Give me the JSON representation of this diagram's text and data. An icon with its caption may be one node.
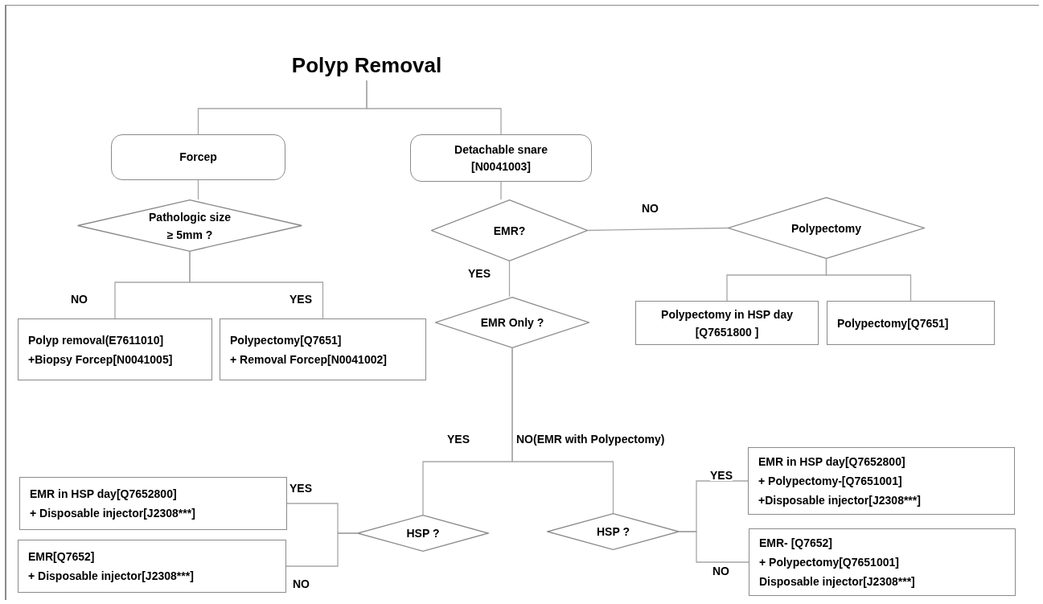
{
  "diagram": {
    "nodes": [
      {
        "text": [
          "Polyp Removal"
        ]
      },
      {
        "text": [
          "Forcep"
        ]
      },
      {
        "text": [
          "Detachable snare [N0041003]"
        ]
      },
      {
        "text": [
          "Pathologic size ≥ 5mm ?"
        ]
      },
      {
        "text": [
          "Polyp removal(E7611010]",
          "+Biopsy Forcep[N0041005]"
        ]
      },
      {
        "text": [
          "Polypectomy[Q7651]",
          "+ Removal Forcep[N0041002]"
        ]
      },
      {
        "text": [
          "EMR?"
        ]
      },
      {
        "text": [
          "Polypectomy"
        ]
      },
      {
        "text": [
          "EMR Only ?"
        ]
      },
      {
        "text": [
          "Polypectomy in HSP day [Q7651800 ]"
        ]
      },
      {
        "text": [
          "Polypectomy[Q7651]"
        ]
      },
      {
        "text": [
          "HSP ?"
        ]
      },
      {
        "text": [
          "HSP ?"
        ]
      },
      {
        "text": [
          "EMR in HSP day[Q7652800]",
          "+ Disposable injector[J2308***]"
        ]
      },
      {
        "text": [
          "EMR[Q7652]",
          "+ Disposable injector[J2308***]"
        ]
      },
      {
        "text": [
          "EMR in HSP day[Q7652800]",
          "+ Polypectomy-[Q7651001]",
          "+Disposable injector[J2308***]"
        ]
      },
      {
        "text": [
          "EMR- [Q7652]",
          "+ Polypectomy[Q7651001]",
          "Disposable injector[J2308***]"
        ]
      }
    ],
    "edges": [
      {
        "from": 0,
        "to": 1,
        "arrow": "none"
      },
      {
        "from": 0,
        "to": 2,
        "arrow": "none"
      },
      {
        "from": 1,
        "to": 3,
        "arrow": "none"
      },
      {
        "from": 3,
        "to": 4,
        "arrow": "none",
        "label": "NO"
      },
      {
        "from": 3,
        "to": 5,
        "arrow": "none",
        "label": "YES"
      },
      {
        "from": 2,
        "to": 6,
        "arrow": "none"
      },
      {
        "from": 6,
        "to": 7,
        "arrow": "none",
        "label": "NO"
      },
      {
        "from": 6,
        "to": 8,
        "arrow": "none",
        "label": "YES"
      },
      {
        "from": 7,
        "to": 9,
        "arrow": "none"
      },
      {
        "from": 7,
        "to": 10,
        "arrow": "none"
      },
      {
        "from": 8,
        "to": 11,
        "arrow": "none",
        "label": "YES"
      },
      {
        "from": 8,
        "to": 12,
        "arrow": "none",
        "label": "NO(EMR with Polypectomy)"
      },
      {
        "from": 11,
        "to": 13,
        "arrow": "none",
        "label": "YES"
      },
      {
        "from": 11,
        "to": 14,
        "arrow": "none",
        "label": "NO"
      },
      {
        "from": 12,
        "to": 15,
        "arrow": "none",
        "label": "YES"
      },
      {
        "from": 12,
        "to": 16,
        "arrow": "none",
        "label": "NO"
      }
    ]
  }
}
